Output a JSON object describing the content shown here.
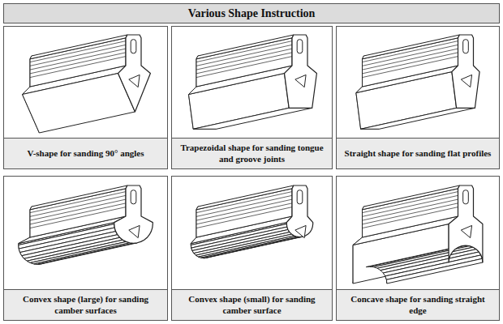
{
  "diagram": {
    "title": "Various Shape Instruction",
    "nodes": [
      {
        "text": [
          "V-shape for sanding 90° angles"
        ]
      },
      {
        "text": [
          "Trapezoidal shape for sanding tongue and groove joints"
        ]
      },
      {
        "text": [
          "Straight shape for sanding flat profiles"
        ]
      },
      {
        "text": [
          "Convex shape (large) for sanding camber surfaces"
        ]
      },
      {
        "text": [
          "Convex shape (small) for sanding camber surface"
        ]
      },
      {
        "text": [
          "Concave shape for sanding straight edge"
        ]
      }
    ]
  }
}
